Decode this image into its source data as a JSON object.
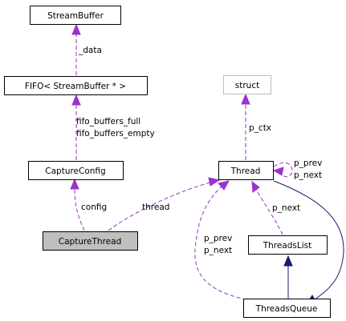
{
  "nodes": {
    "stream_buffer": "StreamBuffer",
    "fifo": "FIFO< StreamBuffer * >",
    "capture_config": "CaptureConfig",
    "capture_thread": "CaptureThread",
    "struct": "struct",
    "thread": "Thread",
    "threads_list": "ThreadsList",
    "threads_queue": "ThreadsQueue"
  },
  "edge_labels": {
    "data": "_data",
    "fifo_full": "fifo_buffers_full",
    "fifo_empty": "fifo_buffers_empty",
    "config": "config",
    "thread": "thread",
    "p_ctx": "p_ctx",
    "self_prev": "p_prev",
    "self_next": "p_next",
    "list_next": "p_next",
    "queue_prev": "p_prev",
    "queue_next": "p_next"
  },
  "colors": {
    "member_edge": "#9a32cd",
    "inheritance_edge": "#191970",
    "focus_fill": "#bfbfbf",
    "external_border": "#bfbfbf"
  }
}
